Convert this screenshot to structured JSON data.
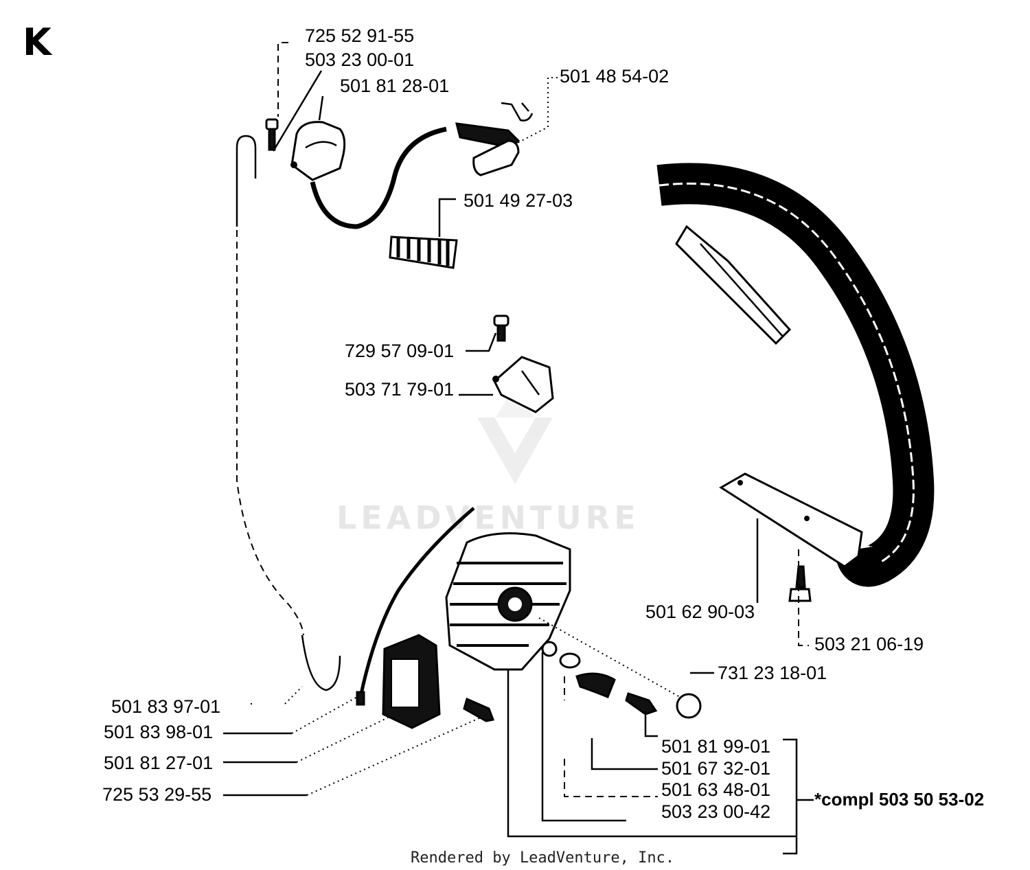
{
  "section_letter": "K",
  "watermark": "LEADVENTURE",
  "footer": "Rendered by LeadVenture, Inc.",
  "labels": {
    "p_725_52_91_55": "725 52 91-55",
    "p_503_23_00_01": "503 23 00-01",
    "p_501_81_28_01": "501 81 28-01",
    "p_501_48_54_02": "501 48 54-02",
    "p_501_49_27_03": "501 49 27-03",
    "p_729_57_09_01": "729 57 09-01",
    "p_503_71_79_01": "503 71 79-01",
    "p_501_62_90_03": "501 62 90-03",
    "p_503_21_06_19": "503 21 06-19",
    "p_731_23_18_01": "731 23 18-01",
    "p_501_83_97_01": "501 83 97-01",
    "p_501_83_98_01": "501 83 98-01",
    "p_501_81_27_01": "501 81 27-01",
    "p_725_53_29_55": "725 53 29-55",
    "p_501_81_99_01": "501 81 99-01",
    "p_501_67_32_01": "501 67 32-01",
    "p_501_63_48_01": "501 63 48-01",
    "p_503_23_00_42": "503 23 00-42",
    "compl": "*compl 503 50 53-02"
  }
}
